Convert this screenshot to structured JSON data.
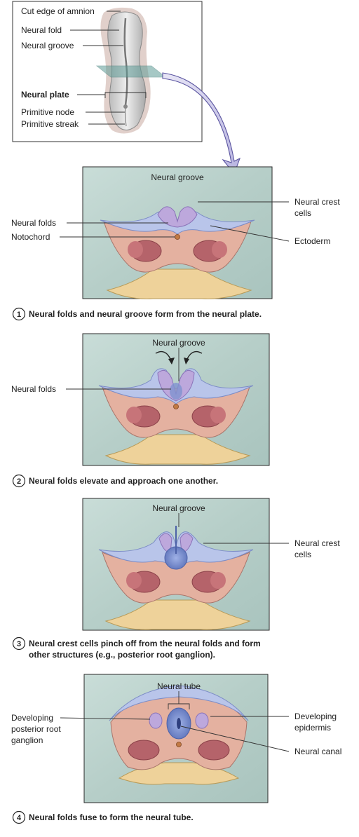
{
  "embryo": {
    "labels": {
      "cut_edge": "Cut edge of amnion",
      "neural_fold": "Neural fold",
      "neural_groove": "Neural groove",
      "neural_plate": "Neural plate",
      "primitive_node": "Primitive node",
      "primitive_streak": "Primitive streak"
    }
  },
  "panel1": {
    "neural_groove": "Neural groove",
    "neural_folds": "Neural folds",
    "notochord": "Notochord",
    "neural_crest_line1": "Neural crest",
    "neural_crest_line2": "cells",
    "ectoderm": "Ectoderm",
    "step_number": "1",
    "caption": "Neural folds and neural groove form from the neural plate."
  },
  "panel2": {
    "neural_groove": "Neural groove",
    "neural_folds": "Neural folds",
    "step_number": "2",
    "caption": "Neural folds elevate and approach one another."
  },
  "panel3": {
    "neural_groove": "Neural groove",
    "neural_crest_line1": "Neural crest",
    "neural_crest_line2": "cells",
    "step_number": "3",
    "caption_line1": "Neural crest cells pinch off from the neural folds and form",
    "caption_line2": "other structures (e.g., posterior root ganglion)."
  },
  "panel4": {
    "neural_tube": "Neural tube",
    "ganglion_line1": "Developing",
    "ganglion_line2": "posterior root",
    "ganglion_line3": "ganglion",
    "epidermis_line1": "Developing",
    "epidermis_line2": "epidermis",
    "neural_canal": "Neural canal",
    "step_number": "4",
    "caption": "Neural folds fuse to form the neural tube."
  },
  "colors": {
    "panel_bg": "#b9d2cc",
    "tissue": "#e4b1a0",
    "tissue_dark": "#b5636a",
    "ectoderm": "#b9c5ea",
    "neural": "#bda8dc",
    "neural_tube": "#6f86c9",
    "yolk": "#eed29a"
  }
}
